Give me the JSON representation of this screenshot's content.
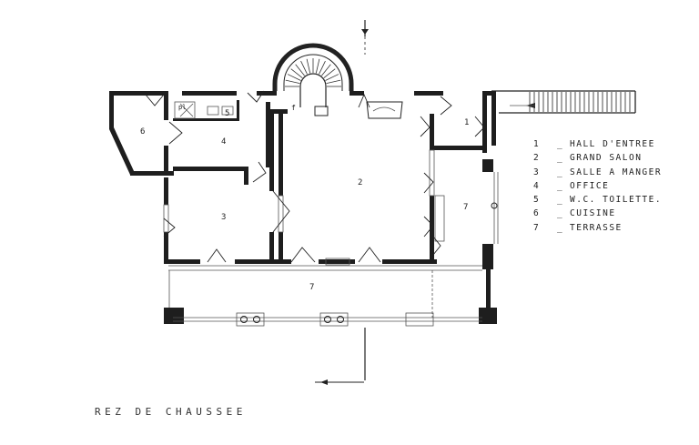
{
  "caption": "REZ DE CHAUSSEE",
  "room_labels": [
    {
      "id": "hall",
      "text": "1"
    },
    {
      "id": "salon",
      "text": "2"
    },
    {
      "id": "salle",
      "text": "3"
    },
    {
      "id": "office",
      "text": "4"
    },
    {
      "id": "wc",
      "text": "5"
    },
    {
      "id": "cuisine",
      "text": "6"
    },
    {
      "id": "terrasse-right",
      "text": "7"
    },
    {
      "id": "terrasse-bottom",
      "text": "7"
    }
  ],
  "small_labels": {
    "pl": "pl",
    "stair": "f"
  },
  "legend": [
    {
      "num": "1",
      "label": "HALL D'ENTREE"
    },
    {
      "num": "2",
      "label": "GRAND SALON"
    },
    {
      "num": "3",
      "label": "SALLE A MANGER"
    },
    {
      "num": "4",
      "label": "OFFICE"
    },
    {
      "num": "5",
      "label": "W.C. TOILETTE."
    },
    {
      "num": "6",
      "label": "CUISINE"
    },
    {
      "num": "7",
      "label": "TERRASSE"
    }
  ],
  "legend_dash": "_",
  "colors": {
    "ink": "#1e1e1e",
    "paper": "#ffffff"
  }
}
